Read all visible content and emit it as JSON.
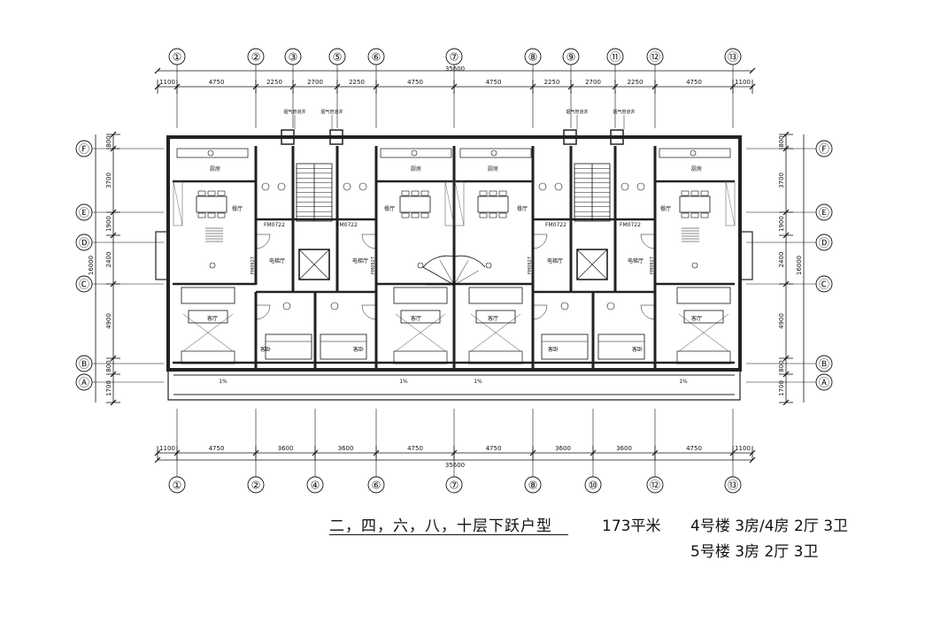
{
  "axes_top": [
    "①",
    "②",
    "③",
    "⑤",
    "⑥",
    "⑦",
    "⑧",
    "⑨",
    "⑪",
    "⑫",
    "⑬"
  ],
  "axes_bottom": [
    "①",
    "②",
    "④",
    "⑥",
    "⑦",
    "⑧",
    "⑩",
    "⑫",
    "⑬"
  ],
  "axes_left": [
    "Ⓕ",
    "Ⓔ",
    "Ⓓ",
    "Ⓒ",
    "Ⓑ",
    "Ⓐ"
  ],
  "axes_right": [
    "Ⓕ",
    "Ⓔ",
    "Ⓓ",
    "Ⓒ",
    "Ⓑ",
    "Ⓐ"
  ],
  "dims_top": [
    "1100",
    "4750",
    "2250",
    "2700",
    "2250",
    "4750",
    "4750",
    "2250",
    "2700",
    "2250",
    "4750",
    "1100"
  ],
  "dims_bottom": [
    "1100",
    "4750",
    "3600",
    "3600",
    "4750",
    "4750",
    "3600",
    "3600",
    "4750",
    "1100"
  ],
  "total_width": "35600",
  "dims_left": [
    "800",
    "3700",
    "1900",
    "2400",
    "4900",
    "800",
    "1700"
  ],
  "dims_right": [
    "800",
    "3700",
    "1900",
    "2400",
    "4900",
    "800",
    "1700"
  ],
  "total_depth": "16000",
  "rooms": {
    "kitchen": "厨房",
    "dining": "餐厅",
    "living": "客厅",
    "elevator_hall": "电梯厅",
    "guest_bed": "客卧",
    "flue": "烟气管道井",
    "door_fm": "FM0722",
    "door_fm2": "FM0927",
    "ratio": "1%"
  },
  "caption": {
    "title": "二，四，六，八，十层下跃户型",
    "area": "173平米",
    "building4": "4号楼  3房/4房  2厅  3卫",
    "building5": "5号楼  3房  2厅  3卫"
  },
  "colors": {
    "ink": "#111111",
    "wall": "#222222",
    "hatch": "#444444"
  }
}
